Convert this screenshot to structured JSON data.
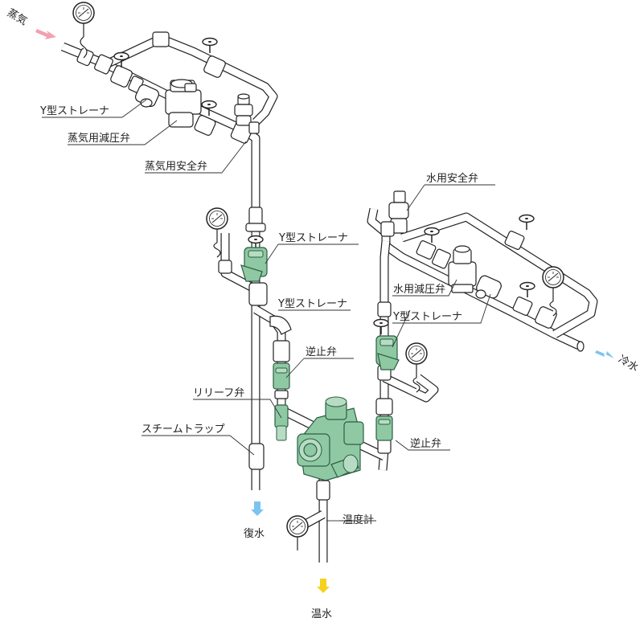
{
  "io": {
    "steam_in": "蒸気",
    "cold_in": "冷水",
    "return_out": "復水",
    "hot_out": "温水"
  },
  "labels": {
    "strainer_steam_top": "Y型ストレーナ",
    "steam_reducing_valve": "蒸気用減圧弁",
    "steam_safety_valve": "蒸気用安全弁",
    "strainer_steam_vertical": "Y型ストレーナ",
    "strainer_water_vertical": "Y型ストレーナ",
    "check_valve_left": "逆止弁",
    "relief_valve": "リリーフ弁",
    "steam_trap": "スチームトラップ",
    "water_safety_valve": "水用安全弁",
    "water_reducing_valve": "水用減圧弁",
    "strainer_water_right": "Y型ストレーナ",
    "check_valve_right": "逆止弁",
    "thermometer": "温度計"
  },
  "colors": {
    "steam_arrow": "#f2a1b0",
    "cold_arrow": "#7cc4ee",
    "return_arrow": "#7cc4ee",
    "hot_arrow": "#f5d21c",
    "component_green": "#8ec9a3"
  }
}
